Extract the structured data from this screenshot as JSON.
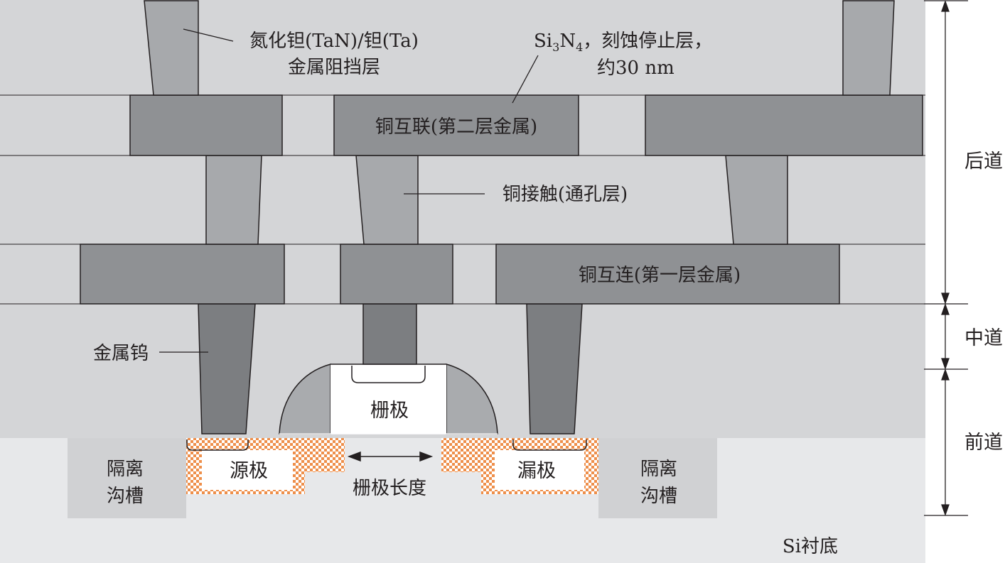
{
  "colors": {
    "background": "#ffffff",
    "dielectric": "#d4d5d7",
    "substrate": "#e7e8ea",
    "trench": "#d0d1d3",
    "metal": "#8f9194",
    "via_back": "#a7a9ac",
    "tungsten": "#7c7e81",
    "spacer": "#a9abae",
    "gate": "#ffffff",
    "doping": "#ee8f4b",
    "line": "#231f20"
  },
  "labels": {
    "barrier_line1": "氮化钽(TaN)/钽(Ta)",
    "barrier_line2": "金属阻挡层",
    "sin_prefix": "Si",
    "sin_sub1": "3",
    "sin_mid": "N",
    "sin_sub2": "4",
    "sin_suffix": "，刻蚀停止层，",
    "sin_line2": "约30 nm",
    "metal2": "铜互联(第二层金属)",
    "via": "铜接触(通孔层)",
    "metal1": "铜互连(第一层金属)",
    "tungsten": "金属钨",
    "gate": "栅极",
    "source": "源极",
    "drain": "漏极",
    "gate_length": "栅极长度",
    "trench_left_1": "隔离",
    "trench_left_2": "沟槽",
    "trench_right_1": "隔离",
    "trench_right_2": "沟槽",
    "substrate": "Si衬底"
  },
  "scale": {
    "beol": "后道",
    "mol": "中道",
    "feol": "前道"
  }
}
